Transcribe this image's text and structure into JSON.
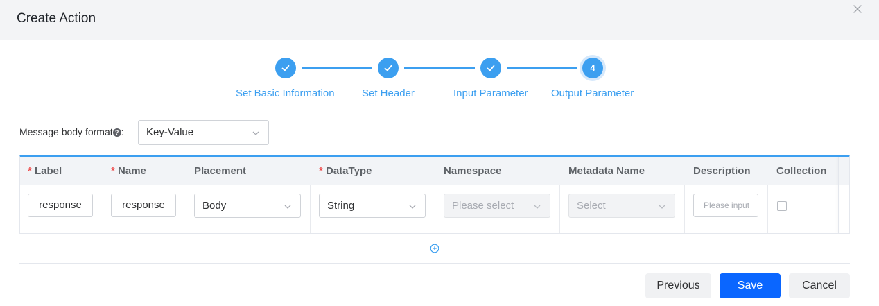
{
  "dialog": {
    "title": "Create Action"
  },
  "steps": [
    {
      "label": "Set Basic Information",
      "status": "done"
    },
    {
      "label": "Set Header",
      "status": "done"
    },
    {
      "label": "Input Parameter",
      "status": "done"
    },
    {
      "label": "Output Parameter",
      "status": "current",
      "number": "4"
    }
  ],
  "format": {
    "label": "Message body format",
    "suffix": ":",
    "value": "Key-Value"
  },
  "table": {
    "headers": {
      "label": "Label",
      "name": "Name",
      "placement": "Placement",
      "datatype": "DataType",
      "namespace": "Namespace",
      "metadata_name": "Metadata Name",
      "description": "Description",
      "collection": "Collection"
    },
    "required_mark": "*",
    "row": {
      "label": "response",
      "name": "response",
      "placement": "Body",
      "datatype": "String",
      "namespace_placeholder": "Please select",
      "metadata_placeholder": "Select",
      "description_placeholder": "Please input",
      "collection_checked": false
    }
  },
  "footer": {
    "previous": "Previous",
    "save": "Save",
    "cancel": "Cancel"
  },
  "colors": {
    "primary": "#3c9ff0",
    "save": "#0a66ff",
    "required": "#ee4a4a"
  }
}
